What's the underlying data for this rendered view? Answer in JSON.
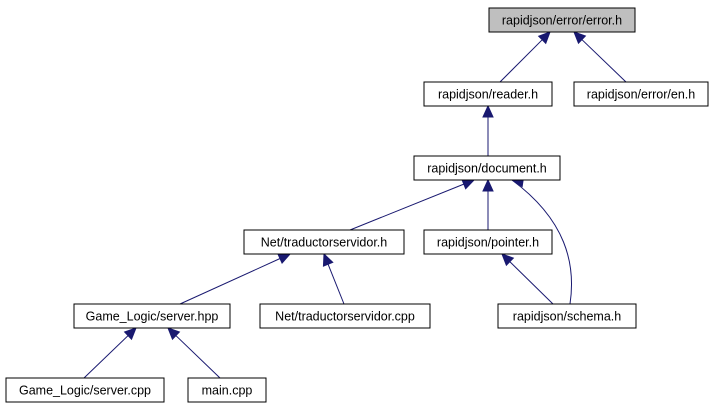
{
  "colors": {
    "node_fill": "#ffffff",
    "highlight_fill": "#bfbfbf",
    "node_border": "#000000",
    "edge": "#191970",
    "background": "#ffffff"
  },
  "nodes": [
    {
      "id": "error_h",
      "label": "rapidjson/error/error.h",
      "highlighted": true
    },
    {
      "id": "reader_h",
      "label": "rapidjson/reader.h",
      "highlighted": false
    },
    {
      "id": "en_h",
      "label": "rapidjson/error/en.h",
      "highlighted": false
    },
    {
      "id": "document_h",
      "label": "rapidjson/document.h",
      "highlighted": false
    },
    {
      "id": "traductor_h",
      "label": "Net/traductorservidor.h",
      "highlighted": false
    },
    {
      "id": "pointer_h",
      "label": "rapidjson/pointer.h",
      "highlighted": false
    },
    {
      "id": "server_hpp",
      "label": "Game_Logic/server.hpp",
      "highlighted": false
    },
    {
      "id": "traductor_cpp",
      "label": "Net/traductorservidor.cpp",
      "highlighted": false
    },
    {
      "id": "schema_h",
      "label": "rapidjson/schema.h",
      "highlighted": false
    },
    {
      "id": "server_cpp",
      "label": "Game_Logic/server.cpp",
      "highlighted": false
    },
    {
      "id": "main_cpp",
      "label": "main.cpp",
      "highlighted": false
    }
  ],
  "edges": [
    {
      "from": "reader_h",
      "to": "error_h"
    },
    {
      "from": "en_h",
      "to": "error_h"
    },
    {
      "from": "document_h",
      "to": "reader_h"
    },
    {
      "from": "traductor_h",
      "to": "document_h"
    },
    {
      "from": "pointer_h",
      "to": "document_h"
    },
    {
      "from": "schema_h",
      "to": "document_h"
    },
    {
      "from": "schema_h",
      "to": "pointer_h"
    },
    {
      "from": "server_hpp",
      "to": "traductor_h"
    },
    {
      "from": "traductor_cpp",
      "to": "traductor_h"
    },
    {
      "from": "server_cpp",
      "to": "server_hpp"
    },
    {
      "from": "main_cpp",
      "to": "server_hpp"
    }
  ]
}
